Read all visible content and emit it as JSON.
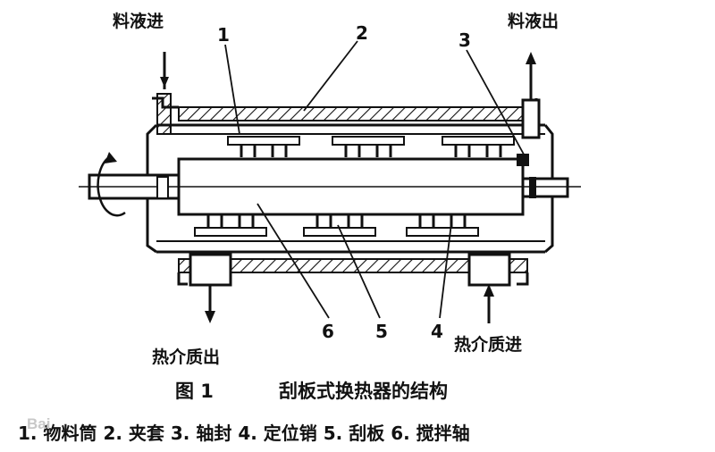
{
  "labels": {
    "feed_in": "料液进",
    "feed_out": "料液出",
    "medium_out": "热介质出",
    "medium_in": "热介质进"
  },
  "callouts": [
    "1",
    "2",
    "3",
    "4",
    "5",
    "6"
  ],
  "caption": {
    "figure_no": "图 1",
    "title": "刮板式换热器的结构"
  },
  "legend": "1. 物料筒 2. 夹套 3. 轴封 4. 定位销 5. 刮板 6. 搅拌轴",
  "watermark": "Bai"
}
